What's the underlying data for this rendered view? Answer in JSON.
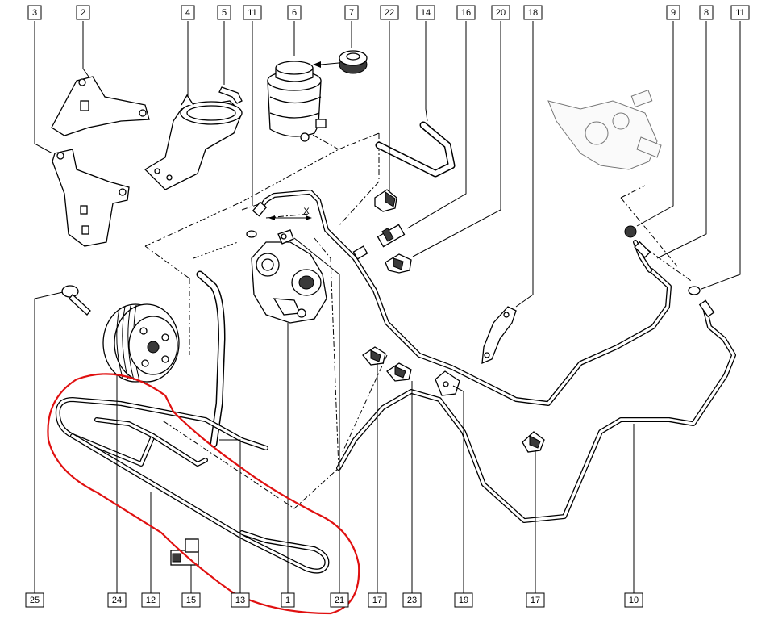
{
  "callouts_top": [
    "3",
    "2",
    "4",
    "5",
    "11",
    "6",
    "7",
    "22",
    "14",
    "16",
    "20",
    "18",
    "9",
    "8",
    "11"
  ],
  "callouts_bottom": [
    "25",
    "24",
    "12",
    "15",
    "13",
    "1",
    "21",
    "17",
    "23",
    "19",
    "17",
    "10"
  ],
  "x_marker": "X",
  "colors": {
    "line": "#000000",
    "highlight": "#e01010",
    "background": "#ffffff"
  }
}
